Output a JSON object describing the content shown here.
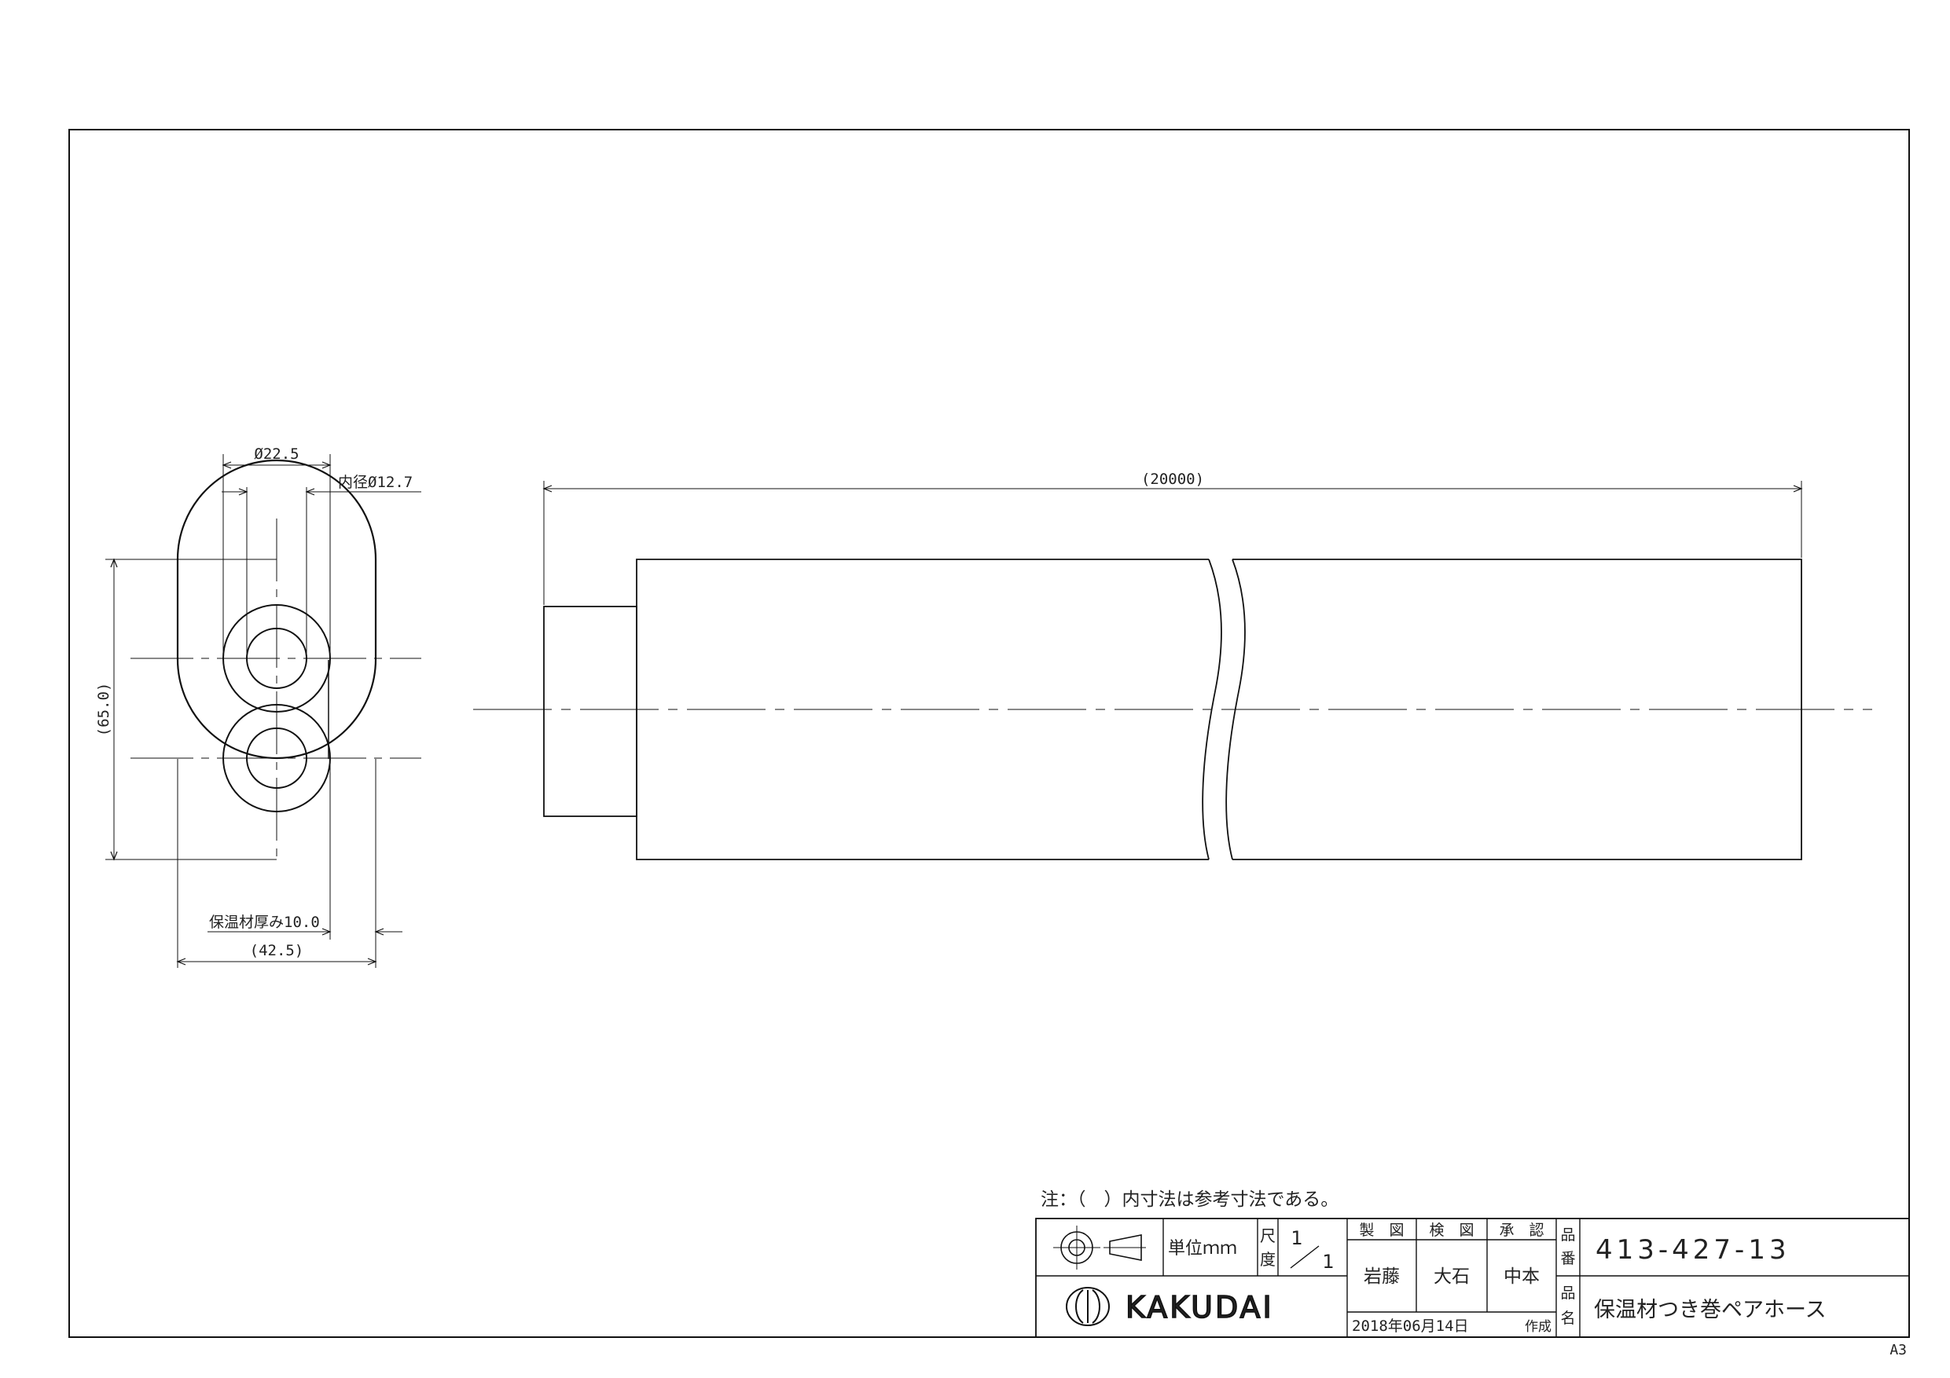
{
  "cross_section": {
    "dim_tube_od": "Ø22.5",
    "dim_tube_id": "内径Ø12.7",
    "dim_height": "(65.0)",
    "dim_insulation": "保温材厚み10.0",
    "dim_width": "(42.5)"
  },
  "side_view": {
    "dim_length": "(20000)"
  },
  "note": "注：（　）内寸法は参考寸法である。",
  "title_block": {
    "unit_label": "単位ｍｍ",
    "scale_label_top": "尺",
    "scale_label_bottom": "度",
    "scale_numerator": "1",
    "scale_denominator": "1",
    "drawn_label": "製　図",
    "checked_label": "検　図",
    "approved_label": "承　認",
    "drawn_by": "岩藤",
    "checked_by": "大石",
    "approved_by": "中本",
    "date": "2018年06月14日",
    "created_label": "作成",
    "part_no_label_top": "品",
    "part_no_label_bottom": "番",
    "part_no": "413-427-13",
    "part_name_label_top": "品",
    "part_name_label_bottom": "名",
    "part_name": "保温材つき巻ペアホース",
    "company": "KAKUDAI",
    "logo_icon": "kakudai-logo-icon",
    "projection_icon": "third-angle-projection-icon"
  },
  "sheet_size": "A3"
}
